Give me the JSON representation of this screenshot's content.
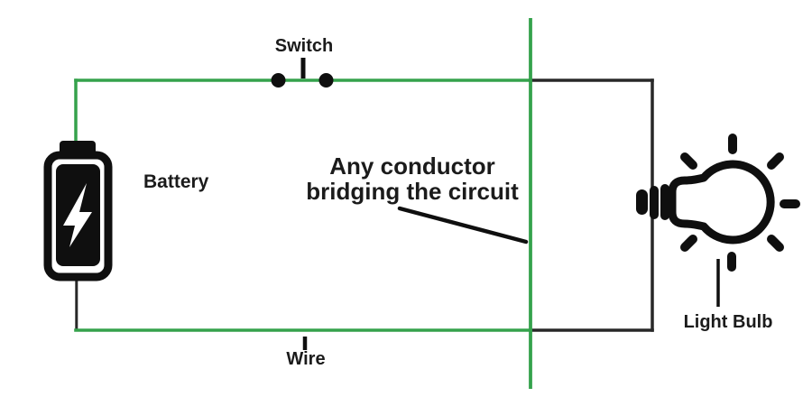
{
  "diagram": {
    "labels": {
      "switch": "Switch",
      "battery": "Battery",
      "conductor_line1": "Any conductor",
      "conductor_line2": "bridging the circuit",
      "wire": "Wire",
      "light_bulb": "Light Bulb"
    },
    "icons": {
      "battery": "battery-icon",
      "switch_contacts": "switch-contacts-icon",
      "light_bulb": "light-bulb-icon"
    },
    "colors": {
      "wire_green": "#35a24c",
      "wire_black": "#282828",
      "icon_black": "#0f0f0f",
      "text_black": "#1b1b1b",
      "background": "#ffffff"
    }
  }
}
